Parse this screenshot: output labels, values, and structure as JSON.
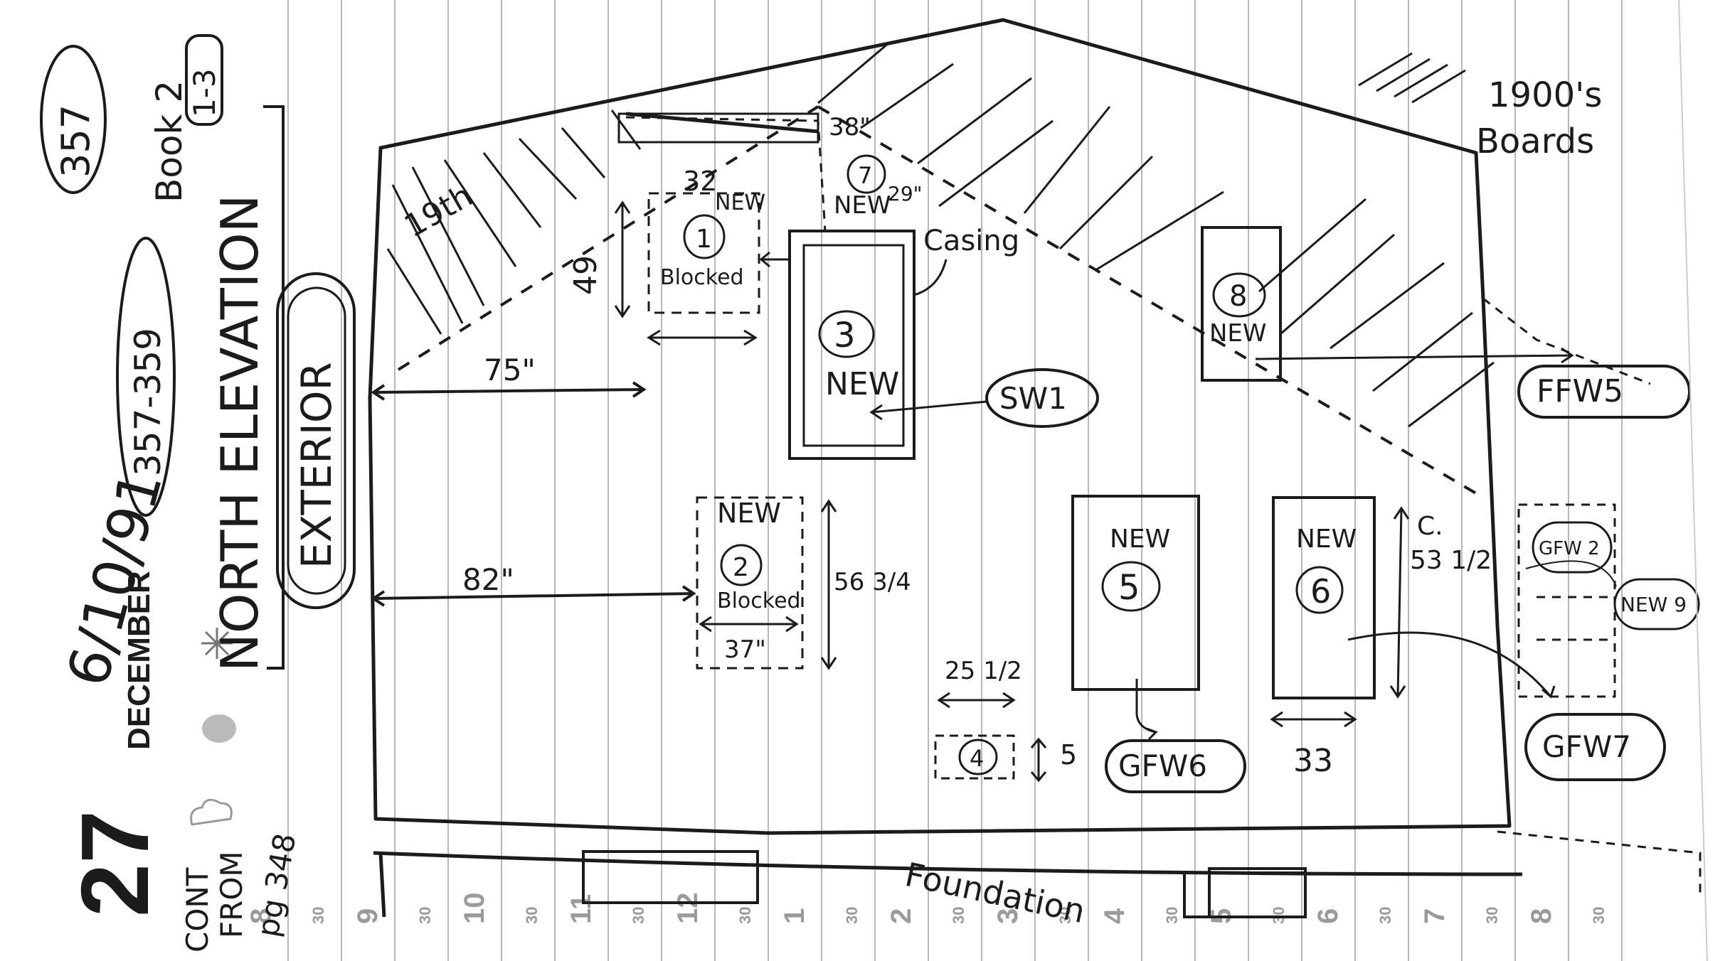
{
  "planner": {
    "day_number": "27",
    "month": "DECEMBER",
    "hours": [
      "8",
      "30",
      "9",
      "30",
      "10",
      "30",
      "11",
      "30",
      "12",
      "30",
      "1",
      "30",
      "2",
      "30",
      "3",
      "30",
      "4",
      "30",
      "5",
      "30",
      "6",
      "30",
      "7",
      "30",
      "8",
      "30"
    ]
  },
  "margin_notes": {
    "page_number": "357",
    "book": "Book 2",
    "book_range": "1-3",
    "page_range": "357-359",
    "date": "6/10/91",
    "title": "NORTH ELEVATION",
    "subtitle": "EXTERIOR",
    "continued": [
      "CONT",
      "FROM",
      "pg 348"
    ]
  },
  "legend": {
    "boards_line1": "1900's",
    "boards_line2": "Boards"
  },
  "windows": {
    "w1": {
      "number": "1",
      "status": "NEW",
      "note": "Blocked",
      "width": "32",
      "height": "49"
    },
    "w2": {
      "number": "2",
      "status": "NEW",
      "note": "Blocked",
      "width": "37\"",
      "height": "56 3/4"
    },
    "w3": {
      "number": "3",
      "status": "NEW",
      "casing": "Casing"
    },
    "w4": {
      "number": "4",
      "width": "25 1/2",
      "height": "5"
    },
    "w5": {
      "number": "5",
      "status": "NEW"
    },
    "w6": {
      "number": "6",
      "status": "NEW",
      "width": "33",
      "height": "53 1/2",
      "approx": "C."
    },
    "w7": {
      "number": "7",
      "status": "NEW",
      "width": "38\"",
      "height": "29\""
    },
    "w8": {
      "number": "8",
      "status": "NEW"
    }
  },
  "dimensions": {
    "d75": "75\"",
    "d82": "82\"",
    "d19": "19th"
  },
  "callouts": {
    "sw1": "SW1",
    "ffw5": "FFW5",
    "gfw6": "GFW6",
    "gfw7": "GFW7",
    "gfw2": "GFW 2",
    "new9": "NEW 9"
  },
  "foundation": "Foundation"
}
